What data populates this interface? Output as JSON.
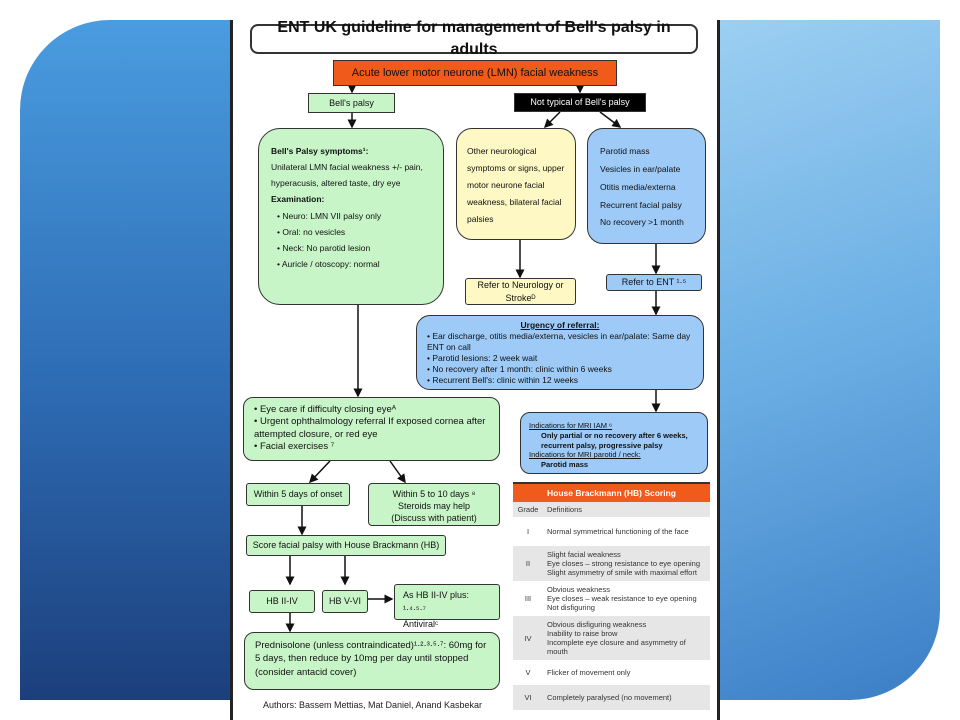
{
  "title": "ENT UK guideline for management of Bell's palsy in adults",
  "start": "Acute lower motor neurone (LMN) facial weakness",
  "bells": "Bell's palsy",
  "not_typical": "Not  typical of Bell's palsy",
  "symptoms": {
    "heading": "Bell's Palsy symptoms¹:",
    "text": "Unilateral LMN facial weakness +/- pain, hyperacusis, altered taste, dry eye",
    "exam_heading": "Examination:",
    "exam": [
      "Neuro: LMN VII palsy only",
      "Oral: no vesicles",
      "Neck: No parotid lesion",
      "Auricle / otoscopy: normal"
    ]
  },
  "other_neuro": "Other neurological symptoms or signs, upper motor neurone facial weakness, bilateral facial palsies",
  "parotid": [
    "Parotid mass",
    "Vesicles in ear/palate",
    "Otitis media/externa",
    "Recurrent facial palsy",
    "No  recovery >1 month"
  ],
  "refer_neuro": "Refer to Neurology or Strokeᴰ",
  "refer_ent": "Refer to ENT ¹·⁵",
  "urgency": {
    "heading": "Urgency of referral:",
    "items": [
      "Ear discharge, otitis media/externa, vesicles in ear/palate: Same day ENT on call",
      "Parotid lesions: 2 week wait",
      "No recovery after 1 month: clinic within 6 weeks",
      "Recurrent Bell's: clinic within 12 weeks"
    ]
  },
  "eye_care": [
    "Eye care if difficulty closing eyeᴬ",
    "Urgent ophthalmology referral If exposed cornea after attempted closure, or red eye",
    "Facial exercises ⁷"
  ],
  "mri": {
    "h1": "Indications for MRI IAM ⁶",
    "t1": "Only partial or no recovery after 6 weeks, recurrent palsy, progressive palsy",
    "h2": "Indications for MRI parotid / neck:",
    "t2": "Parotid mass"
  },
  "within5": "Within 5 days of onset",
  "within5to10": [
    "Within 5 to 10 days ⁸",
    "Steroids may help",
    "(Discuss with patient)"
  ],
  "score": "Score facial palsy with House Brackmann (HB)",
  "hb24": "HB II-IV",
  "hb56": "HB V-VI",
  "antiviral": [
    "As HB II-IV plus: ¹·⁴·⁵·⁷",
    "Antiviralᶜ"
  ],
  "prednisolone": "Prednisolone (unless contraindicated)¹·²·³·⁵·⁷: 60mg for 5 days, then reduce by 10mg per day until stopped (consider antacid cover)",
  "authors": "Authors: Bassem Mettias, Mat Daniel, Anand Kasbekar",
  "hb_table": {
    "title": "House Brackmann (HB) Scoring",
    "headers": [
      "Grade",
      "Definitions"
    ],
    "rows": [
      [
        "I",
        "Normal symmetrical functioning of the face"
      ],
      [
        "II",
        "Slight facial weakness\nEye closes – strong resistance to eye opening\nSlight asymmetry of smile with maximal effort"
      ],
      [
        "III",
        "Obvious weakness\nEye closes –  weak resistance to eye  opening\nNot disfiguring"
      ],
      [
        "IV",
        "Obvious disfiguring weakness\nInability to raise brow\nIncomplete eye closure and asymmetry of mouth"
      ],
      [
        "V",
        "Flicker of movement only"
      ],
      [
        "VI",
        "Completely paralysed (no movement)"
      ]
    ]
  },
  "colors": {
    "green": "#c8f5c8",
    "yellow": "#fdf8c4",
    "blue": "#9dcaf7",
    "orange": "#f05a1a"
  }
}
